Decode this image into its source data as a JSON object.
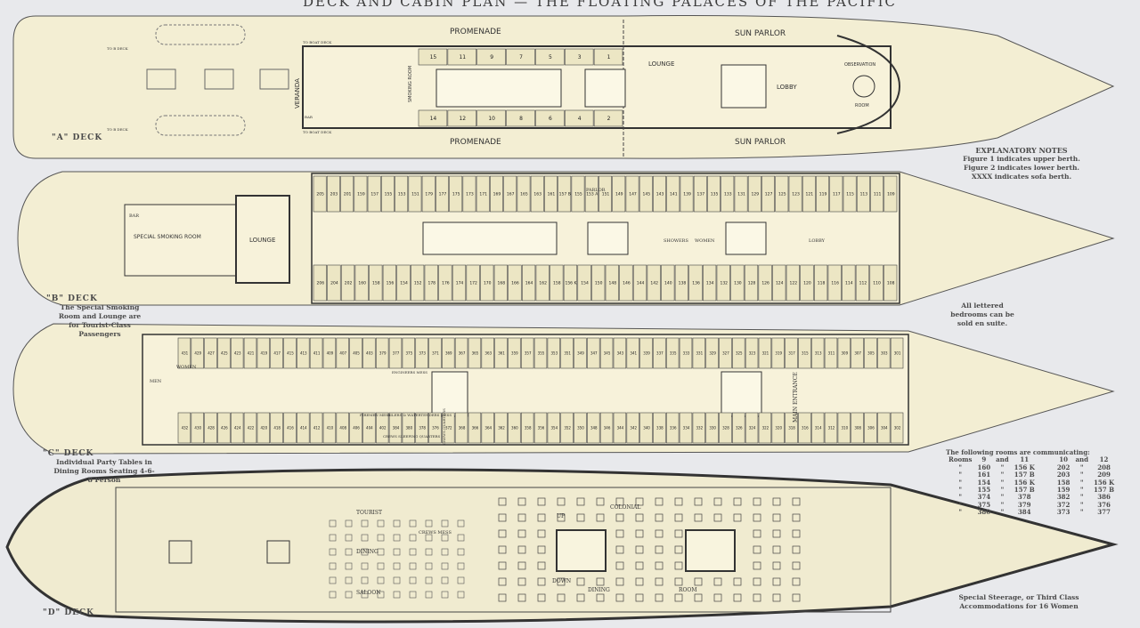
{
  "title": "DECK AND CABIN PLAN — THE FLOATING PALACES OF THE PACIFIC",
  "colors": {
    "background": "#e8e9ec",
    "hull": "#f3eed3",
    "ink": "#3a3a3a",
    "cabin": "#ece6c4"
  },
  "decks": {
    "a": {
      "name": "\"A\" DECK",
      "labels": {
        "promenade_top": "PROMENADE",
        "promenade_bottom": "PROMENADE",
        "sun_parlor_top": "SUN PARLOR",
        "sun_parlor_bottom": "SUN PARLOR",
        "veranda": "VERANDA",
        "smoking_room": "SMOKING ROOM",
        "lounge": "LOUNGE",
        "lobby": "LOBBY",
        "observation": "OBSERVATION",
        "room": "ROOM",
        "to_b_deck_top": "TO B DECK",
        "to_b_deck_bottom": "TO B DECK",
        "to_boat_deck_top": "TO BOAT DECK",
        "to_boat_deck_bottom": "TO BOAT DECK",
        "bar": "BAR"
      },
      "rooms_top": [
        "15",
        "11",
        "9",
        "7",
        "5",
        "3",
        "1"
      ],
      "rooms_bottom": [
        "14",
        "12",
        "10",
        "8",
        "6",
        "4",
        "2"
      ]
    },
    "b": {
      "name": "\"B\" DECK",
      "note": "The Special Smoking Room and Lounge are for Tourist-Class Passengers",
      "labels": {
        "special_smoking_room": "SPECIAL SMOKING ROOM",
        "lounge": "LOUNGE",
        "bar": "BAR",
        "lobby": "LOBBY",
        "showers": "SHOWERS",
        "women": "WOMEN",
        "parlor": "PARLOR"
      },
      "rooms_top": [
        "205",
        "203",
        "201",
        "159",
        "157",
        "155",
        "153",
        "151",
        "179",
        "177",
        "175",
        "173",
        "171",
        "169",
        "167",
        "165",
        "163",
        "161",
        "157 B",
        "155",
        "153 A",
        "151",
        "149",
        "147",
        "145",
        "143",
        "141",
        "139",
        "137",
        "135",
        "133",
        "131",
        "129",
        "127",
        "125",
        "123",
        "121",
        "119",
        "117",
        "115",
        "113",
        "111",
        "109"
      ],
      "rooms_bottom": [
        "206",
        "204",
        "202",
        "160",
        "158",
        "156",
        "154",
        "152",
        "178",
        "176",
        "174",
        "172",
        "170",
        "168",
        "166",
        "164",
        "162",
        "158",
        "156 K",
        "154",
        "150",
        "148",
        "146",
        "144",
        "142",
        "140",
        "138",
        "136",
        "134",
        "132",
        "130",
        "128",
        "126",
        "124",
        "122",
        "120",
        "118",
        "116",
        "114",
        "112",
        "110",
        "108"
      ]
    },
    "c": {
      "name": "\"C\" DECK",
      "note": "Individual Party Tables in Dining Rooms Seating 4-6-8 Person",
      "labels": {
        "women": "WOMEN",
        "men": "MEN",
        "engineers_mess": "ENGINEERS MESS",
        "oilers_mess": "OILERS & WATERTENDERS MESS",
        "firemen_mess": "FIREMEN MESS",
        "crews_sleeping_quarters": "CREWS SLEEPING QUARTERS",
        "crews_quarters": "CREWS QUARTERS",
        "main_entrance": "MAIN ENTRANCE"
      },
      "rooms_top": [
        "431",
        "429",
        "427",
        "425",
        "423",
        "421",
        "419",
        "417",
        "415",
        "413",
        "411",
        "409",
        "407",
        "405",
        "403",
        "379",
        "377",
        "375",
        "373",
        "371",
        "369",
        "367",
        "365",
        "363",
        "361",
        "359",
        "357",
        "355",
        "353",
        "351",
        "349",
        "347",
        "345",
        "343",
        "341",
        "339",
        "337",
        "335",
        "333",
        "331",
        "329",
        "327",
        "325",
        "323",
        "321",
        "319",
        "317",
        "315",
        "313",
        "311",
        "309",
        "307",
        "305",
        "303",
        "301"
      ],
      "rooms_bottom": [
        "432",
        "430",
        "428",
        "426",
        "424",
        "422",
        "420",
        "418",
        "416",
        "414",
        "412",
        "410",
        "408",
        "406",
        "404",
        "402",
        "384",
        "380",
        "378",
        "376",
        "372",
        "368",
        "366",
        "364",
        "362",
        "360",
        "358",
        "356",
        "354",
        "352",
        "350",
        "348",
        "346",
        "344",
        "342",
        "340",
        "338",
        "336",
        "334",
        "332",
        "330",
        "328",
        "326",
        "324",
        "322",
        "320",
        "318",
        "316",
        "314",
        "312",
        "310",
        "308",
        "306",
        "304",
        "302"
      ]
    },
    "d": {
      "name": "\"D\" DECK",
      "note": "Special Steerage, or Third Class Accommodations for 16 Women",
      "labels": {
        "tourist": "TOURIST",
        "dining": "DINING",
        "saloon": "SALOON",
        "crews_mess": "CREWS MESS",
        "colonial": "COLONIAL",
        "dining_room": "DINING",
        "room": "ROOM",
        "up": "UP",
        "down": "DOWN"
      }
    }
  },
  "explanatory_notes": {
    "heading": "EXPLANATORY NOTES",
    "lines": [
      "Figure 1 indicates upper berth.",
      "Figure 2 indicates lower berth.",
      "XXXX indicates sofa berth."
    ]
  },
  "suite_note": "All lettered bedrooms can be sold en suite.",
  "communicating": {
    "heading": "The following rooms are communicating:",
    "rows": [
      [
        "Rooms",
        "9",
        "and",
        "11",
        "10",
        "and",
        "12"
      ],
      [
        "\"",
        "160",
        "\"",
        "156 K",
        "202",
        "\"",
        "208"
      ],
      [
        "\"",
        "161",
        "\"",
        "157 B",
        "203",
        "\"",
        "209"
      ],
      [
        "\"",
        "154",
        "\"",
        "156 K",
        "158",
        "\"",
        "156 K"
      ],
      [
        "\"",
        "155",
        "\"",
        "157 B",
        "159",
        "\"",
        "157 B"
      ],
      [
        "\"",
        "374",
        "\"",
        "378",
        "382",
        "\"",
        "386"
      ],
      [
        "\"",
        "375",
        "\"",
        "379",
        "372",
        "\"",
        "376"
      ],
      [
        "\"",
        "380",
        "\"",
        "384",
        "373",
        "\"",
        "377"
      ]
    ]
  }
}
